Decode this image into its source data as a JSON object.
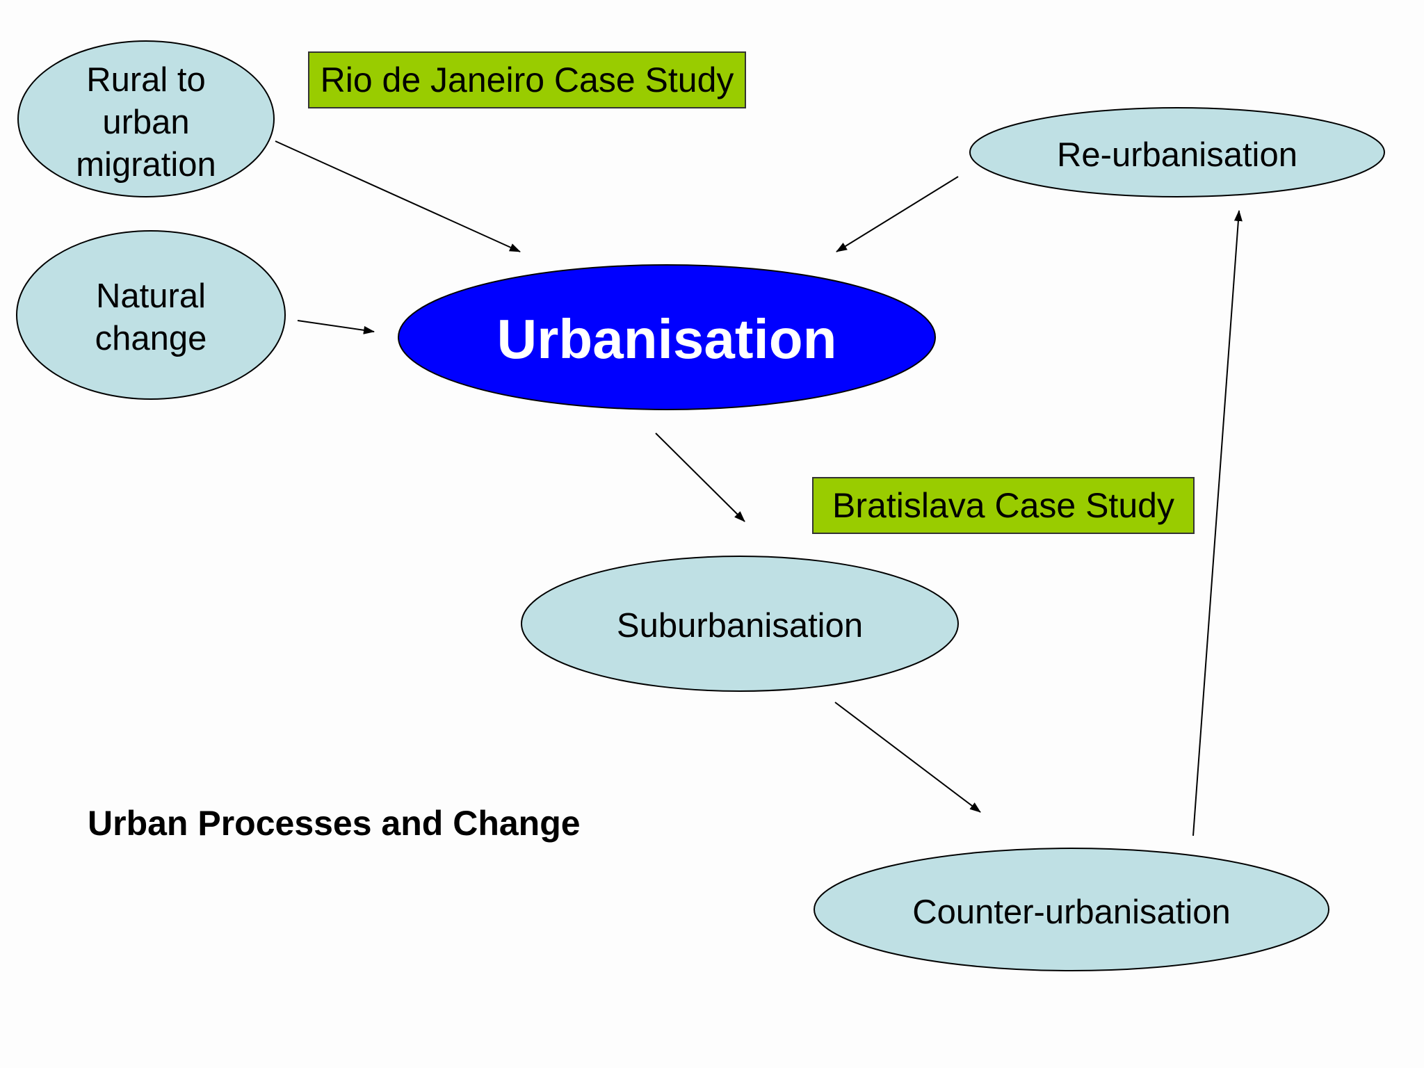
{
  "nodes": {
    "rural_migration": {
      "lines": [
        "Rural to",
        "urban",
        "migration"
      ]
    },
    "natural_change": {
      "lines": [
        "Natural",
        "change"
      ]
    },
    "urbanisation": {
      "label": "Urbanisation"
    },
    "re_urbanisation": {
      "label": "Re-urbanisation"
    },
    "suburbanisation": {
      "label": "Suburbanisation"
    },
    "counter_urbanisation": {
      "label": "Counter-urbanisation"
    }
  },
  "case_studies": {
    "rio": "Rio de Janeiro Case Study",
    "bratislava": "Bratislava Case Study"
  },
  "caption": "Urban Processes and Change",
  "edges": [
    {
      "from": "Rural to urban migration",
      "to": "Urbanisation"
    },
    {
      "from": "Natural change",
      "to": "Urbanisation"
    },
    {
      "from": "Re-urbanisation",
      "to": "Urbanisation"
    },
    {
      "from": "Urbanisation",
      "to": "Suburbanisation"
    },
    {
      "from": "Suburbanisation",
      "to": "Counter-urbanisation"
    },
    {
      "from": "Counter-urbanisation",
      "to": "Re-urbanisation"
    }
  ],
  "colors": {
    "node_fill": "#bfe0e4",
    "primary_node_fill": "#0000ff",
    "primary_node_text": "#ffffff",
    "tag_fill": "#99cc00",
    "arrow": "#000000",
    "background": "#fdfdfd"
  }
}
